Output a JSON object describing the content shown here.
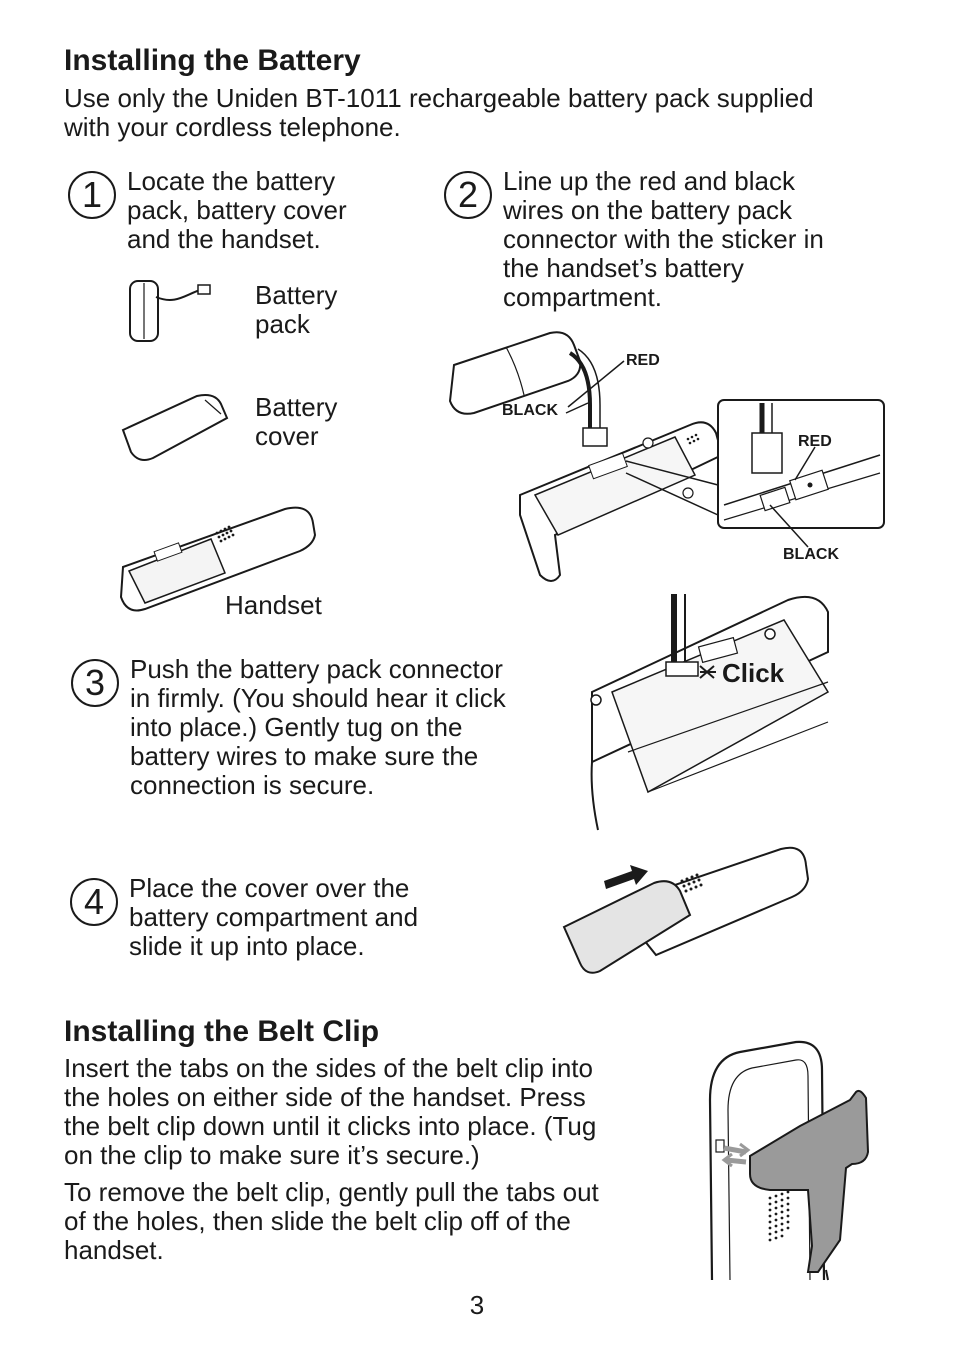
{
  "battery_section": {
    "title": "Installing the Battery",
    "intro_line1": "Use only the Uniden BT-1011 rechargeable battery pack supplied",
    "intro_line2": "with your cordless telephone."
  },
  "steps": [
    {
      "number": "1",
      "lines": [
        "Locate the battery",
        "pack, battery cover",
        "and the handset."
      ]
    },
    {
      "number": "2",
      "lines": [
        "Line up the red and black",
        "wires on the battery pack",
        "connector with the sticker in",
        "the handset’s battery",
        "compartment."
      ]
    },
    {
      "number": "3",
      "lines": [
        "Push the battery pack connector",
        "in firmly. (You should hear it click",
        "into place.) Gently tug on the",
        "battery wires to make sure the",
        "connection is secure."
      ]
    },
    {
      "number": "4",
      "lines": [
        "Place the cover over the",
        "battery compartment and",
        "slide it up into place."
      ]
    }
  ],
  "figure_labels": {
    "battery_pack": [
      "Battery",
      "pack"
    ],
    "battery_cover": [
      "Battery",
      "cover"
    ],
    "handset": "Handset",
    "red": "RED",
    "black": "BLACK",
    "click": "Click"
  },
  "belt_clip_section": {
    "title": "Installing the Belt Clip",
    "para1": [
      "Insert the tabs on the sides of the belt clip into",
      "the holes on either side of the handset. Press",
      "the belt clip down until it clicks into place. (Tug",
      "on the clip to make sure it’s secure.)"
    ],
    "para2": [
      "To remove the belt clip, gently pull the tabs out",
      "of the holes, then slide the belt clip off of the",
      "handset."
    ]
  },
  "page_number": "3",
  "colors": {
    "text": "#1a1a1a",
    "clip_gray": "#9a9a9a",
    "cover_gray": "#e4e4e4"
  }
}
